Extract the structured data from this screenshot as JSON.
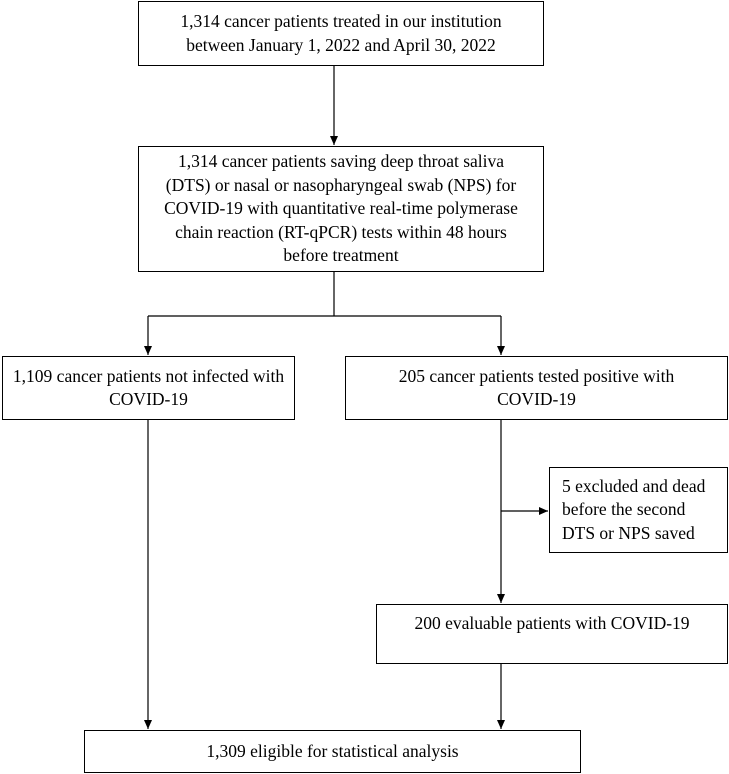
{
  "flowchart": {
    "boxes": {
      "treated": {
        "lines": [
          "1,314 cancer patients treated in our institution",
          "between January 1, 2022 and April 30, 2022"
        ]
      },
      "saving": {
        "lines": [
          "1,314 cancer patients saving deep throat saliva",
          "(DTS) or nasal or nasopharyngeal swab (NPS) for",
          "COVID-19 with quantitative real-time polymerase",
          "chain reaction (RT-qPCR) tests within 48 hours",
          "before treatment"
        ]
      },
      "not_infected": {
        "lines": [
          "1,109 cancer patients not infected with",
          "COVID-19"
        ]
      },
      "positive": {
        "lines": [
          "205 cancer patients tested positive with",
          "COVID-19"
        ]
      },
      "excluded": {
        "lines": [
          "5 excluded and dead",
          "before the second",
          "DTS or NPS saved"
        ]
      },
      "evaluable": {
        "lines": [
          "200 evaluable patients with COVID-19"
        ]
      },
      "eligible": {
        "lines": [
          "1,309 eligible for statistical analysis"
        ]
      }
    }
  }
}
